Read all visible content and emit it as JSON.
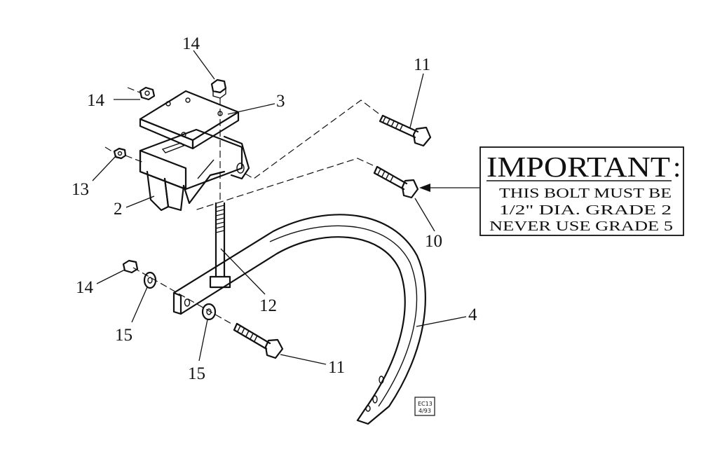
{
  "callouts": {
    "c14_top": "14",
    "c14_left": "14",
    "c3": "3",
    "c13": "13",
    "c2": "2",
    "c11_top": "11",
    "c10": "10",
    "c14_bottom": "14",
    "c15_left": "15",
    "c15_bottom": "15",
    "c12": "12",
    "c4": "4",
    "c11_bottom": "11"
  },
  "notice": {
    "title": "IMPORTANT",
    "colon": ":",
    "line1": "THIS BOLT MUST BE",
    "line2": "1/2\" DIA. GRADE 2",
    "line3": "NEVER USE GRADE 5"
  },
  "stamp": {
    "line1": "EC13",
    "line2": "4/93"
  }
}
